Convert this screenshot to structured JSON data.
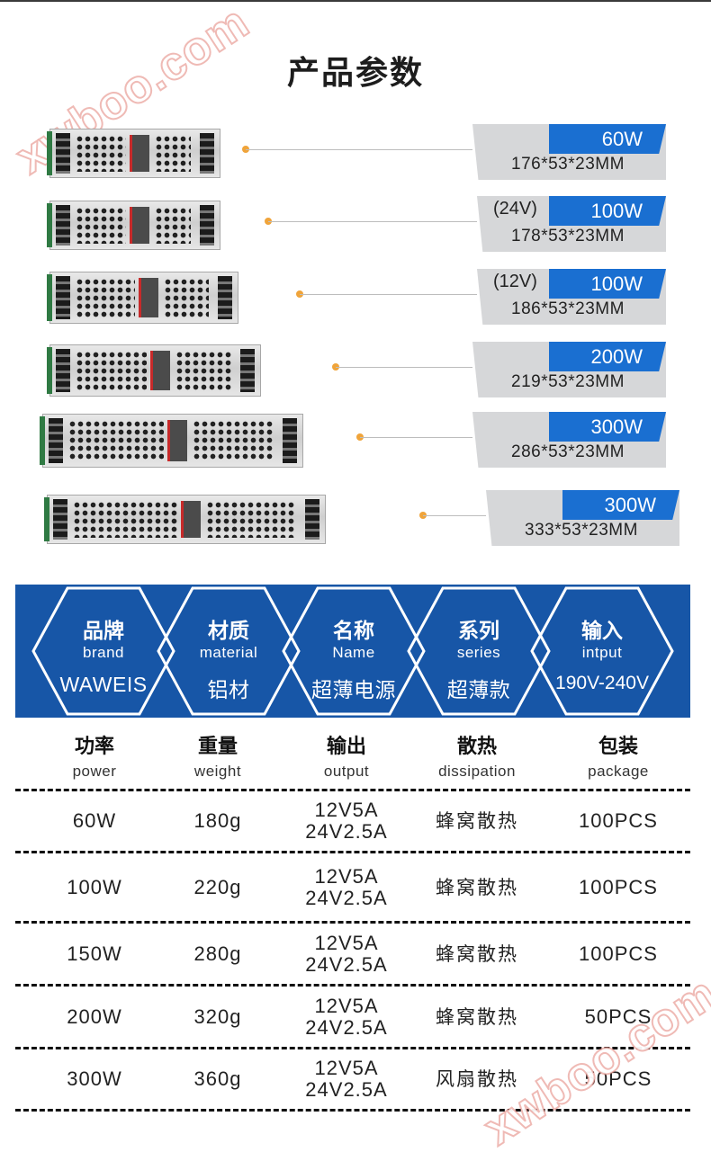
{
  "page": {
    "title": "产品参数",
    "watermark": "xwboo.com"
  },
  "products": [
    {
      "power": "60W",
      "voltage": "",
      "dimensions": "176*53*23MM"
    },
    {
      "power": "100W",
      "voltage": "(24V)",
      "dimensions": "178*53*23MM"
    },
    {
      "power": "100W",
      "voltage": "(12V)",
      "dimensions": "186*53*23MM"
    },
    {
      "power": "200W",
      "voltage": "",
      "dimensions": "219*53*23MM"
    },
    {
      "power": "300W",
      "voltage": "",
      "dimensions": "286*53*23MM"
    },
    {
      "power": "300W",
      "voltage": "",
      "dimensions": "333*53*23MM"
    }
  ],
  "info_banner": {
    "background_color": "#1756a7",
    "items": [
      {
        "label_cn": "品牌",
        "label_en": "brand",
        "value": "WAWEIS"
      },
      {
        "label_cn": "材质",
        "label_en": "material",
        "value": "铝材"
      },
      {
        "label_cn": "名称",
        "label_en": "Name",
        "value": "超薄电源"
      },
      {
        "label_cn": "系列",
        "label_en": "series",
        "value": "超薄款"
      },
      {
        "label_cn": "输入",
        "label_en": "intput",
        "value": "190V-240V"
      }
    ]
  },
  "spec_table": {
    "headers": [
      {
        "cn": "功率",
        "en": "power"
      },
      {
        "cn": "重量",
        "en": "weight"
      },
      {
        "cn": "输出",
        "en": "output"
      },
      {
        "cn": "散热",
        "en": "dissipation"
      },
      {
        "cn": "包装",
        "en": "package"
      }
    ],
    "rows": [
      {
        "power": "60W",
        "weight": "180g",
        "output_1": "12V5A",
        "output_2": "24V2.5A",
        "dissipation": "蜂窝散热",
        "package": "100PCS"
      },
      {
        "power": "100W",
        "weight": "220g",
        "output_1": "12V5A",
        "output_2": "24V2.5A",
        "dissipation": "蜂窝散热",
        "package": "100PCS"
      },
      {
        "power": "150W",
        "weight": "280g",
        "output_1": "12V5A",
        "output_2": "24V2.5A",
        "dissipation": "蜂窝散热",
        "package": "100PCS"
      },
      {
        "power": "200W",
        "weight": "320g",
        "output_1": "12V5A",
        "output_2": "24V2.5A",
        "dissipation": "蜂窝散热",
        "package": "50PCS"
      },
      {
        "power": "300W",
        "weight": "360g",
        "output_1": "12V5A",
        "output_2": "24V2.5A",
        "dissipation": "风扇散热",
        "package": "50PCS"
      }
    ]
  },
  "colors": {
    "accent_blue": "#1a6fd1",
    "spec_grey": "#d6d7d9",
    "leader_dot": "#f0a43a"
  }
}
